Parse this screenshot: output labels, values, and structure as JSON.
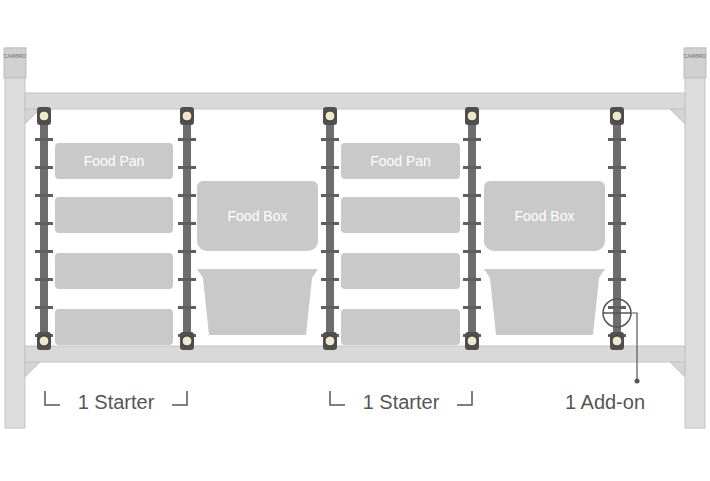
{
  "diagram": {
    "nodes": [
      {
        "text": [
          "Food Pan"
        ]
      },
      {
        "text": [
          "Food Box"
        ]
      },
      {
        "text": [
          "Food Pan"
        ]
      },
      {
        "text": [
          "Food Box"
        ]
      }
    ],
    "labels": [
      "CAMBRO",
      "CAMBRO",
      "1 Starter",
      "1 Starter",
      "1 Add-on"
    ]
  }
}
